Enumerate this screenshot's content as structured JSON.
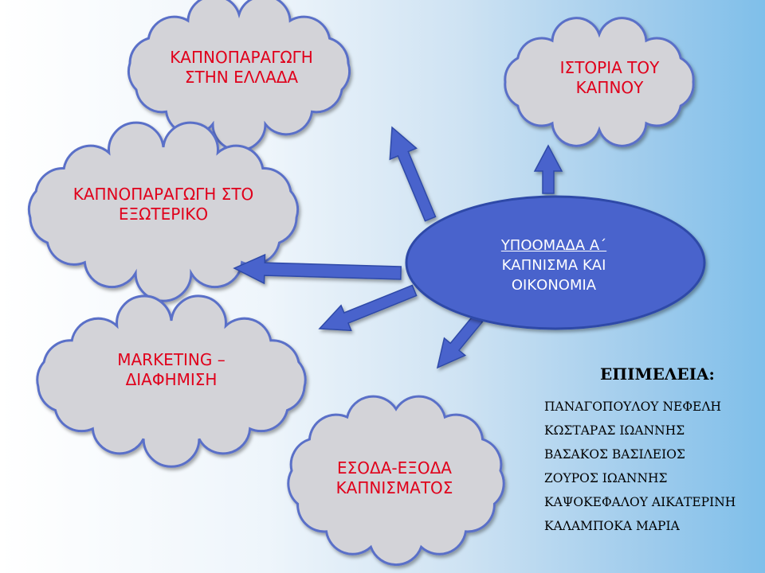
{
  "clouds": {
    "greece": {
      "line1": "ΚΑΠΝΟΠΑΡΑΓΩΓΗ",
      "line2": "ΣΤΗΝ ΕΛΛΑΔΑ"
    },
    "history": {
      "line1": "ΙΣΤΟΡΙΑ ΤΟΥ",
      "line2": "ΚΑΠΝΟΥ"
    },
    "abroad": {
      "line1": "ΚΑΠΝΟΠΑΡΑΓΩΓΗ ΣΤΟ",
      "line2": "ΕΞΩΤΕΡΙΚΟ"
    },
    "marketing": {
      "line1": "MARKETING –",
      "line2": "ΔΙΑΦΗΜΙΣΗ"
    },
    "trade": {
      "line1": "ΕΣΟΔΑ-ΕΞΟΔΑ",
      "line2": "ΚΑΠΝΙΣΜΑΤΟΣ"
    }
  },
  "hub": {
    "line1": "ΥΠΟΟΜΑΔΑ Α΄",
    "line2": "ΚΑΠΝΙΣΜΑ ΚΑΙ",
    "line3": "ΟΙΚΟΝΟΜΙΑ"
  },
  "credits": {
    "heading": "ΕΠΙΜΕΛΕΙΑ:",
    "names": [
      "ΠΑΝΑΓΟΠΟΥΛΟΥ ΝΕΦΕΛΗ",
      "ΚΩΣΤΑΡΑΣ ΙΩΑΝΝΗΣ",
      "ΒΑΣΑΚΟΣ ΒΑΣΙΛΕΙΟΣ",
      "ΖΟΥΡΟΣ ΙΩΑΝΝΗΣ",
      "ΚΑΨΟΚΕΦΑΛΟΥ ΑΙΚΑΤΕΡΙΝΗ",
      "ΚΑΛΑΜΠΟΚΑ ΜΑΡΙΑ"
    ]
  },
  "colors": {
    "cloud_fill": "#d3d3d8",
    "cloud_stroke": "#5a6fc8",
    "hub_fill": "#4a64cc",
    "hub_stroke": "#2e4aa8",
    "arrow_fill": "#4a64cc",
    "label_red": "#e0001b"
  }
}
